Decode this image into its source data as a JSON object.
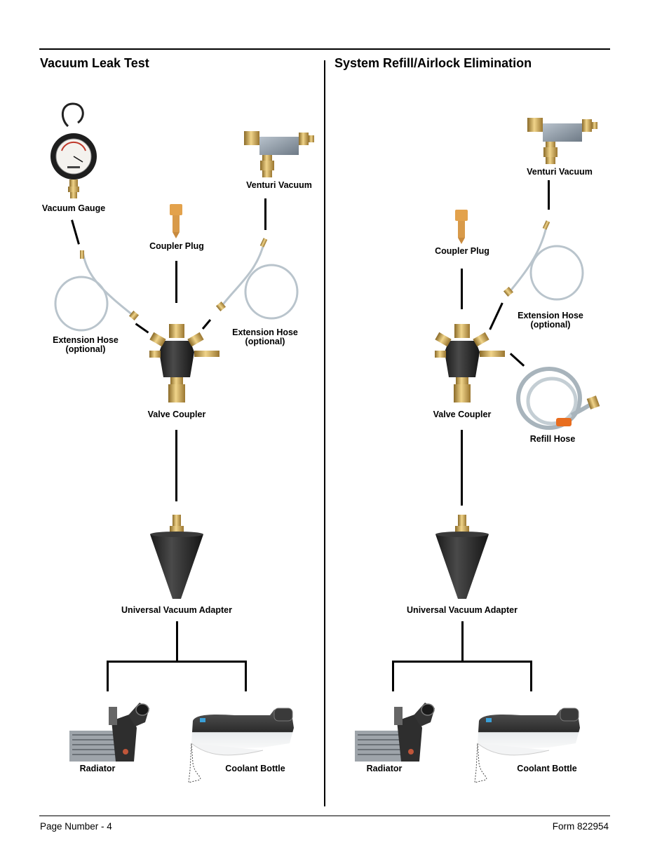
{
  "left_panel": {
    "title": "Vacuum Leak Test",
    "labels": {
      "vacuum_gauge": "Vacuum Gauge",
      "coupler_plug": "Coupler Plug",
      "venturi_vacuum": "Venturi Vacuum",
      "extension_hose_left": [
        "Extension Hose",
        "(optional)"
      ],
      "extension_hose_right": [
        "Extension Hose",
        "(optional)"
      ],
      "valve_coupler": "Valve Coupler",
      "universal_vacuum_adapter": "Universal Vacuum Adapter",
      "radiator": "Radiator",
      "coolant_bottle": "Coolant Bottle"
    }
  },
  "right_panel": {
    "title": "System Refill/Airlock Elimination",
    "labels": {
      "venturi_vacuum": "Venturi Vacuum",
      "coupler_plug": "Coupler Plug",
      "extension_hose": [
        "Extension Hose",
        "(optional)"
      ],
      "valve_coupler": "Valve Coupler",
      "refill_hose": "Refill Hose",
      "universal_vacuum_adapter": "Universal Vacuum Adapter",
      "radiator": "Radiator",
      "coolant_bottle": "Coolant Bottle"
    }
  },
  "footer": {
    "page_number": "Page Number - 4",
    "form_number": "Form 822954"
  },
  "colors": {
    "brass": "#c9a14a",
    "rubber": "#2a2a2a",
    "plug_orange": "#e3a24c",
    "venturi_body": "#8a96a4"
  }
}
